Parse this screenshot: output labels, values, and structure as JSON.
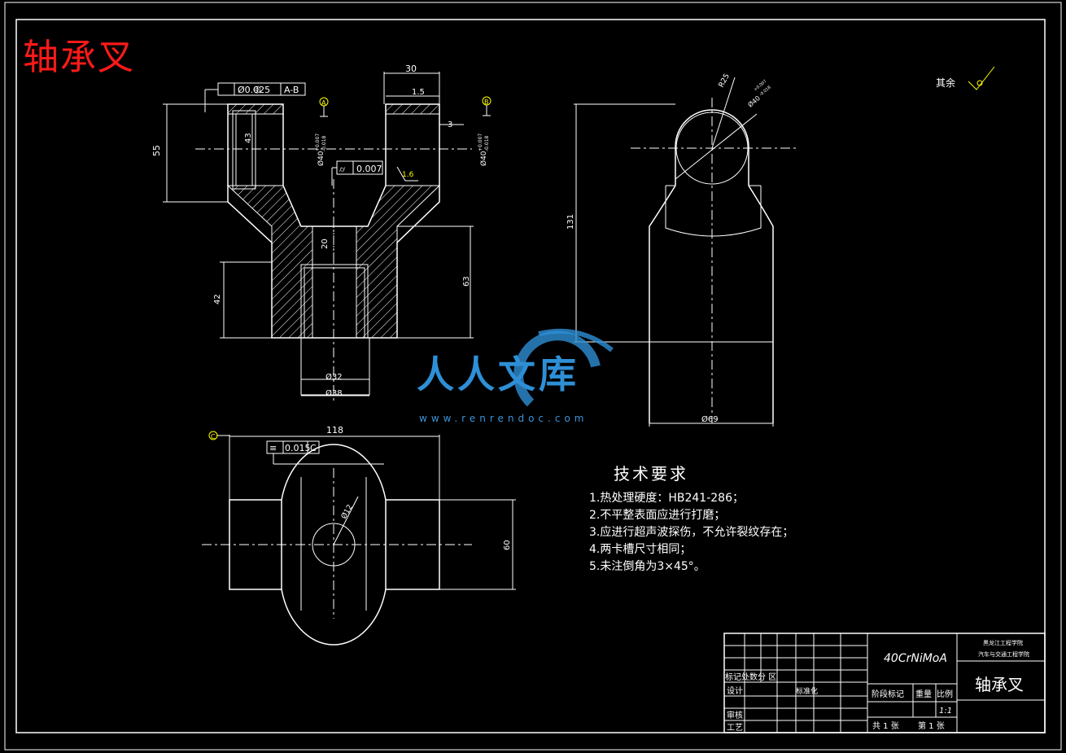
{
  "title": "轴承叉",
  "roughness_note": "其余",
  "tolerances": {
    "concentricity": "Ø0.025",
    "concentricity_datum": "A-B",
    "cylindricity": "0.007",
    "symmetry": "0.015",
    "symmetry_datum": "C"
  },
  "datums": [
    "A",
    "B",
    "C"
  ],
  "dimensions": {
    "d30": "30",
    "d1_5": "1.5",
    "d3": "3",
    "d55": "55",
    "d43_top": "43",
    "d40_left": "Ø40",
    "d40_right": "Ø40",
    "tol_upper": "+0.007",
    "tol_lower": "-0.018",
    "ra": "1.6",
    "d20": "20",
    "d63": "63",
    "d42": "42",
    "d32": "Ø32",
    "d38": "Ø38",
    "d131": "131",
    "r25": "R25",
    "d40_side": "Ø40",
    "d69": "Ø69",
    "d118": "118",
    "d12": "Ø12",
    "d60": "60"
  },
  "tech_requirements": {
    "heading": "技术要求",
    "items": [
      "1.热处理硬度：HB241-286；",
      "2.不平整表面应进行打磨；",
      "3.应进行超声波探伤，不允许裂纹存在；",
      "4.两卡槽尺寸相同；",
      "5.未注倒角为3×45°。"
    ]
  },
  "title_block": {
    "material": "40CrNiMoA",
    "school_line1": "黑龙江工程学院",
    "school_line2": "汽车与交通工程学院",
    "part_name": "轴承叉",
    "mark_row": "标记处数分  区",
    "design": "设计",
    "standard": "标准化",
    "review": "审核",
    "process": "工艺",
    "stage_mark": "阶段标记",
    "weight": "重量",
    "scale_label": "比例",
    "scale": "1:1",
    "sheets": "共 1 张",
    "sheet_no": "第 1 张"
  },
  "watermark": {
    "brand": "人人文库",
    "url": "www.renrendoc.com",
    "color": "#2e8fd6"
  },
  "colors": {
    "line": "#ffffff",
    "title_red": "#ff1a1a",
    "datum_yellow": "#ffff00"
  }
}
